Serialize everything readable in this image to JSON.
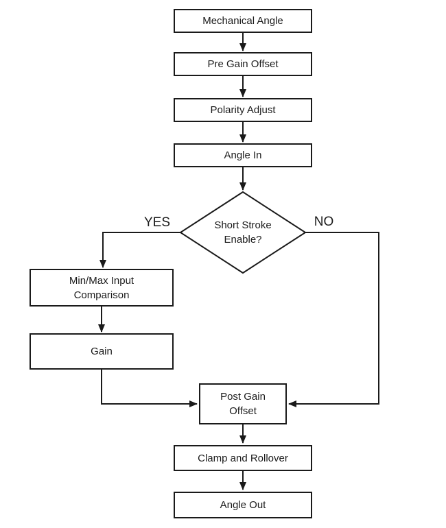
{
  "diagram": {
    "type": "flowchart",
    "colors": {
      "line": "#1a1a1a",
      "box_border": "#1a1a1a",
      "box_fill": "#ffffff",
      "text": "#1a1a1a",
      "background": "#ffffff"
    },
    "nodes": [
      {
        "id": "mechanical-angle",
        "type": "process",
        "lines": [
          "Mechanical Angle"
        ]
      },
      {
        "id": "pre-gain-offset",
        "type": "process",
        "lines": [
          "Pre Gain Offset"
        ]
      },
      {
        "id": "polarity-adjust",
        "type": "process",
        "lines": [
          "Polarity Adjust"
        ]
      },
      {
        "id": "angle-in",
        "type": "process",
        "lines": [
          "Angle In"
        ]
      },
      {
        "id": "short-stroke-enable",
        "type": "decision",
        "lines": [
          "Short Stroke",
          "Enable?"
        ]
      },
      {
        "id": "min-max-input-comparison",
        "type": "process",
        "lines": [
          "Min/Max Input",
          "Comparison"
        ]
      },
      {
        "id": "gain",
        "type": "process",
        "lines": [
          "Gain"
        ]
      },
      {
        "id": "post-gain-offset",
        "type": "process",
        "lines": [
          "Post Gain",
          "Offset"
        ]
      },
      {
        "id": "clamp-and-rollover",
        "type": "process",
        "lines": [
          "Clamp and Rollover"
        ]
      },
      {
        "id": "angle-out",
        "type": "process",
        "lines": [
          "Angle Out"
        ]
      }
    ],
    "edges": [
      {
        "from": "mechanical-angle",
        "to": "pre-gain-offset",
        "label": ""
      },
      {
        "from": "pre-gain-offset",
        "to": "polarity-adjust",
        "label": ""
      },
      {
        "from": "polarity-adjust",
        "to": "angle-in",
        "label": ""
      },
      {
        "from": "angle-in",
        "to": "short-stroke-enable",
        "label": ""
      },
      {
        "from": "short-stroke-enable",
        "to": "min-max-input-comparison",
        "label": "YES"
      },
      {
        "from": "short-stroke-enable",
        "to": "post-gain-offset",
        "label": "NO"
      },
      {
        "from": "min-max-input-comparison",
        "to": "gain",
        "label": ""
      },
      {
        "from": "gain",
        "to": "post-gain-offset",
        "label": ""
      },
      {
        "from": "post-gain-offset",
        "to": "clamp-and-rollover",
        "label": ""
      },
      {
        "from": "clamp-and-rollover",
        "to": "angle-out",
        "label": ""
      }
    ]
  }
}
